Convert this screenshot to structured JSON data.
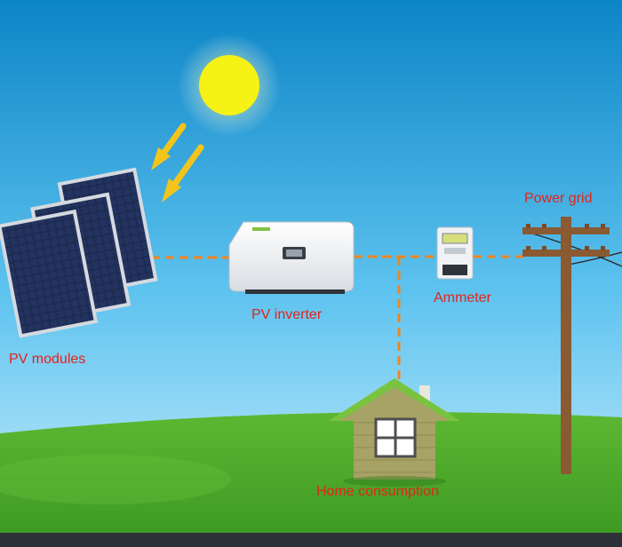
{
  "labels": {
    "pv_modules": "PV modules",
    "pv_inverter": "PV inverter",
    "ammeter": "Ammeter",
    "power_grid": "Power grid",
    "home_consumption": "Home consumption"
  },
  "colors": {
    "label_text": "#e3231a",
    "sky_top": "#0c85c6",
    "sky_bottom": "#c5ecfb",
    "grass": "#4dab2b",
    "sun": "#f7f215",
    "sun_arrows": "#f3c51a",
    "wire": "#f0851f",
    "bottom_bar": "#2d3138"
  }
}
